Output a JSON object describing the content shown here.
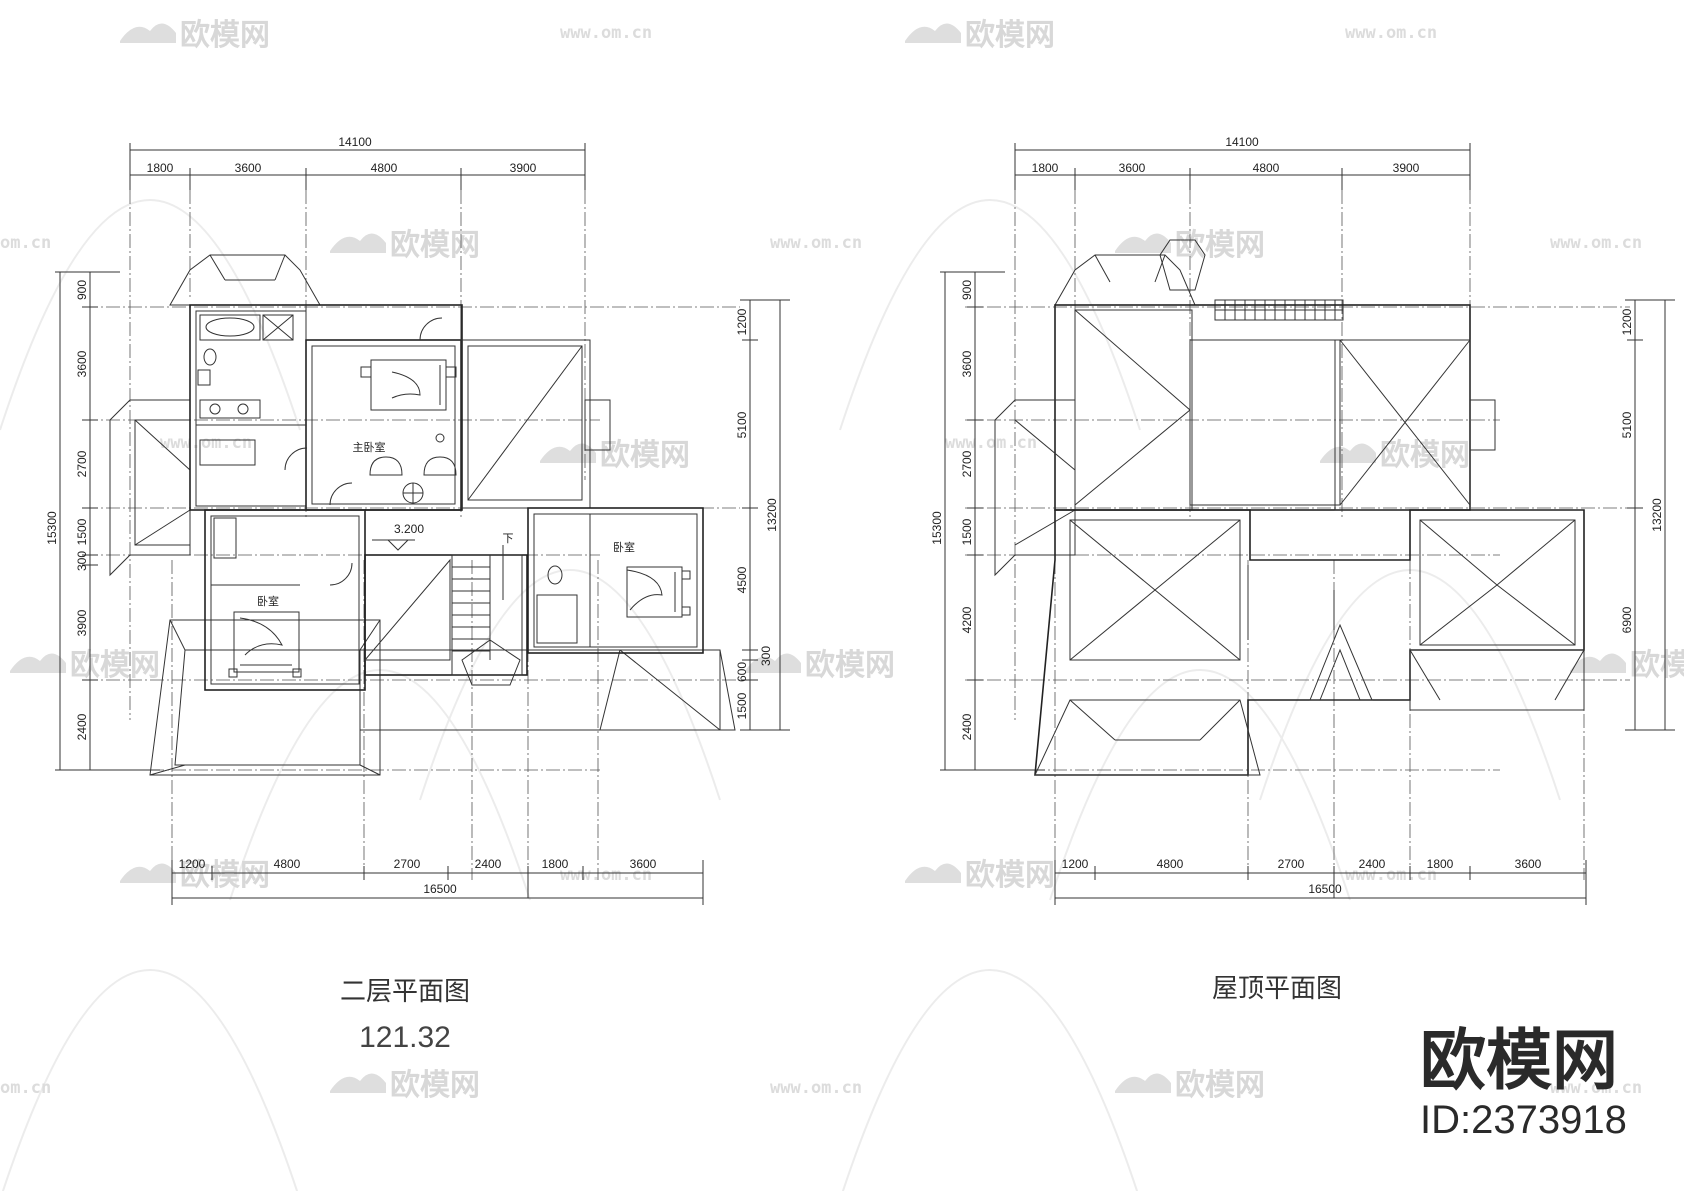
{
  "left_plan": {
    "title": "二层平面图",
    "area": "121.32",
    "top_total": "14100",
    "top_dims": [
      "1800",
      "3600",
      "4800",
      "3900"
    ],
    "bottom_total": "16500",
    "bottom_dims": [
      "1200",
      "4800",
      "2700",
      "2400",
      "1800",
      "3600"
    ],
    "left_total": "15300",
    "left_dims": [
      "900",
      "3600",
      "2700",
      "1500",
      "300",
      "3900",
      "2400"
    ],
    "right_total": "13200",
    "right_dims": [
      "1200",
      "5100",
      "4500",
      "300",
      "600",
      "1500"
    ],
    "rooms": {
      "master_bedroom": "主卧室",
      "bedroom_left": "卧室",
      "bedroom_right": "卧室",
      "elevation": "3.200",
      "stair_down": "下"
    }
  },
  "right_plan": {
    "title": "屋顶平面图",
    "top_total": "14100",
    "top_dims": [
      "1800",
      "3600",
      "4800",
      "3900"
    ],
    "bottom_total": "16500",
    "bottom_dims": [
      "1200",
      "4800",
      "2700",
      "2400",
      "1800",
      "3600"
    ],
    "left_total": "15300",
    "left_dims": [
      "900",
      "3600",
      "2700",
      "1500",
      "4200",
      "2400"
    ],
    "right_total": "13200",
    "right_dims": [
      "1200",
      "5100",
      "6900"
    ]
  },
  "watermark": {
    "text": "欧模网",
    "url": "www.om.cn",
    "url_short": "om.cn"
  },
  "brand": {
    "name": "欧模网",
    "id": "ID:2373918"
  }
}
